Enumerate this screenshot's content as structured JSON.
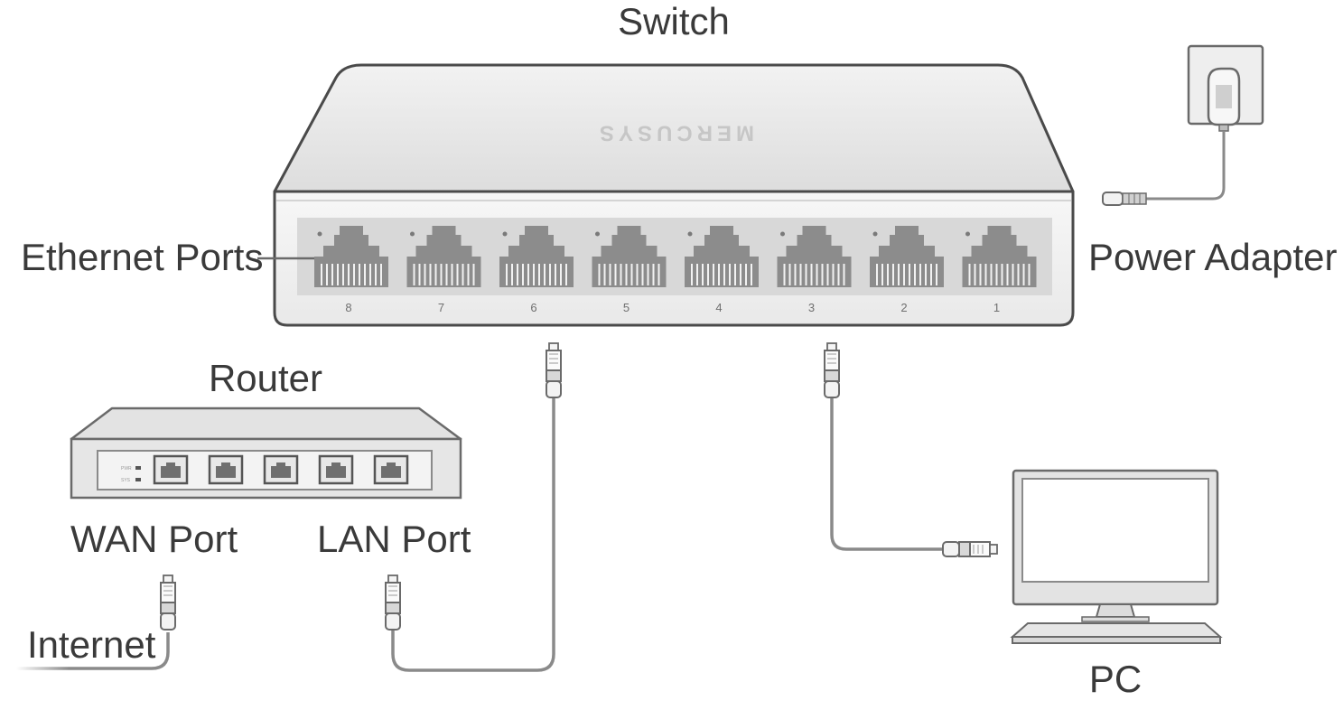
{
  "labels": {
    "switch": "Switch",
    "router": "Router",
    "ethernet_ports": "Ethernet Ports",
    "power_adapter": "Power Adapter",
    "wan_port": "WAN Port",
    "lan_port": "LAN Port",
    "internet": "Internet",
    "pc": "PC"
  },
  "switch_brand": "MERCUSYS",
  "router_led_labels": [
    "PWR",
    "SYS"
  ],
  "port_numbers": [
    "8",
    "7",
    "6",
    "5",
    "4",
    "3",
    "2",
    "1"
  ],
  "colors": {
    "outline": "#4a4a4a",
    "device_fill": "#e8e8e8",
    "panel_fill": "#d8d8d8",
    "port_fill": "#8c8c8c",
    "text": "#3a3a3a"
  }
}
